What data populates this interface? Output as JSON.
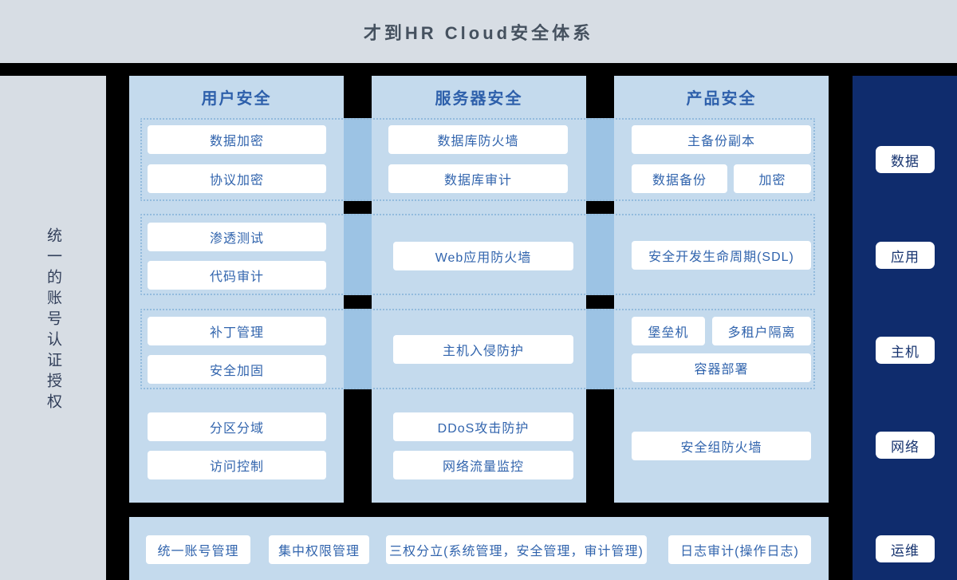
{
  "title": "才到HR Cloud安全体系",
  "left_sidebar": {
    "label": "统一的账号认证授权"
  },
  "columns": [
    {
      "title": "用户安全",
      "buttons": [
        "数据加密",
        "协议加密",
        "渗透测试",
        "代码审计",
        "补丁管理",
        "安全加固",
        "分区分域",
        "访问控制"
      ]
    },
    {
      "title": "服务器安全",
      "buttons": [
        "数据库防火墙",
        "数据库审计",
        "Web应用防火墙",
        "主机入侵防护",
        "DDoS攻击防护",
        "网络流量监控"
      ]
    },
    {
      "title": "产品安全",
      "buttons": [
        "主备份副本",
        "数据备份",
        "加密",
        "安全开发生命周期(SDL)",
        "堡垒机",
        "多租户隔离",
        "容器部署",
        "安全组防火墙"
      ]
    }
  ],
  "right_sidebar": {
    "items": [
      "数据",
      "应用",
      "主机",
      "网络",
      "运维"
    ]
  },
  "bottom_bar": {
    "items": [
      "统一账号管理",
      "集中权限管理",
      "三权分立(系统管理，安全管理，审计管理)",
      "日志审计(操作日志)"
    ]
  },
  "colors": {
    "page_bg": "#000000",
    "header_bg": "#d7dde4",
    "panel_bg": "#c4daed",
    "connector": "#9cc3e4",
    "navy_bg": "#0f2c6d",
    "chip_text_blue": "#3164ad",
    "header_text": "#45515f"
  }
}
